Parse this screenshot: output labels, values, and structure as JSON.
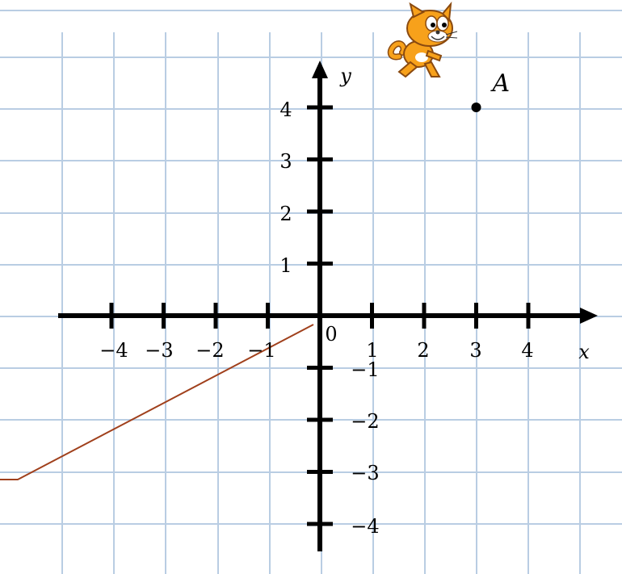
{
  "diagram": {
    "axes": {
      "x_label": "x",
      "y_label": "y",
      "origin_label": "0",
      "x_ticks": [
        -4,
        -3,
        -2,
        -1,
        1,
        2,
        3,
        4
      ],
      "y_ticks": [
        4,
        3,
        2,
        1,
        -1,
        -2,
        -3,
        -4
      ],
      "x_tick_labels": [
        "−4",
        "−3",
        "−2",
        "−1",
        "1",
        "2",
        "3",
        "4"
      ],
      "y_tick_labels": [
        "4",
        "3",
        "2",
        "1",
        "−1",
        "−2",
        "−3",
        "−4"
      ]
    },
    "point": {
      "label": "A",
      "x": 3,
      "y": 4
    },
    "sprite": {
      "icon": "scratch-cat-icon"
    },
    "pointer_line": {
      "color": "#a0401c"
    },
    "colors": {
      "grid": "#b9cde3",
      "axis": "#000000",
      "point": "#000000",
      "cat_orange": "#f7a11b",
      "cat_outline": "#8a4a10"
    }
  }
}
